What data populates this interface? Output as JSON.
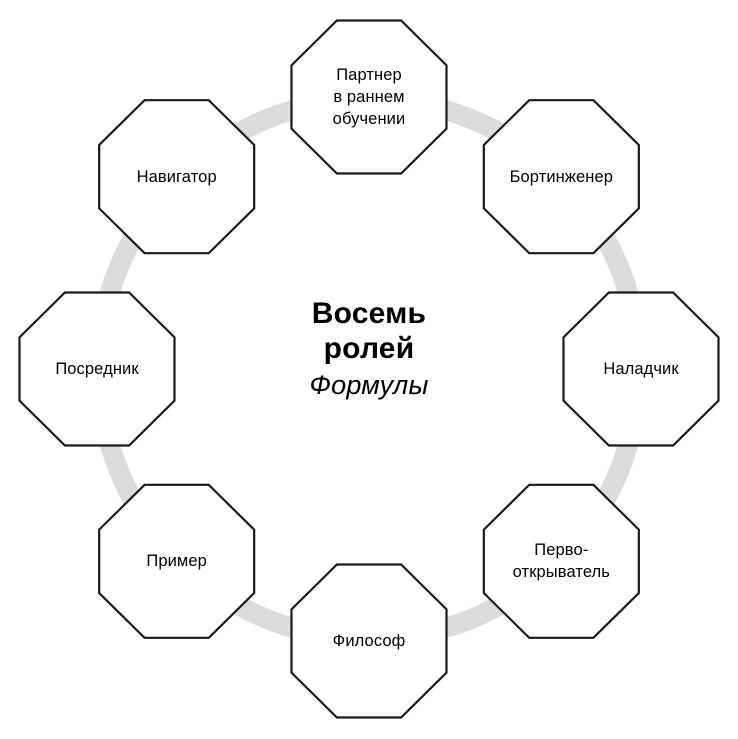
{
  "diagram": {
    "type": "cycle-octagon-ring",
    "center": {
      "title_line1": "Восемь",
      "title_line2": "ролей",
      "subtitle": "Формулы"
    },
    "colors": {
      "ring": "#dcdcdc",
      "node_border": "#1a1a1a",
      "node_fill": "#ffffff",
      "text": "#000000",
      "background": "#ffffff"
    },
    "nodes": [
      {
        "id": "partner",
        "position": "top",
        "angle_deg": 270,
        "lines": [
          "Партнер",
          "в раннем",
          "обучении"
        ]
      },
      {
        "id": "flight-engineer",
        "position": "top-right",
        "angle_deg": 315,
        "lines": [
          "Бортинженер"
        ]
      },
      {
        "id": "tuner",
        "position": "right",
        "angle_deg": 0,
        "lines": [
          "Наладчик"
        ]
      },
      {
        "id": "discoverer",
        "position": "bottom-right",
        "angle_deg": 45,
        "lines": [
          "Перво-",
          "открыватель"
        ]
      },
      {
        "id": "philosopher",
        "position": "bottom",
        "angle_deg": 90,
        "lines": [
          "Философ"
        ]
      },
      {
        "id": "example",
        "position": "bottom-left",
        "angle_deg": 135,
        "lines": [
          "Пример"
        ]
      },
      {
        "id": "mediator",
        "position": "left",
        "angle_deg": 180,
        "lines": [
          "Посредник"
        ]
      },
      {
        "id": "navigator",
        "position": "top-left",
        "angle_deg": 225,
        "lines": [
          "Навигатор"
        ]
      }
    ]
  }
}
